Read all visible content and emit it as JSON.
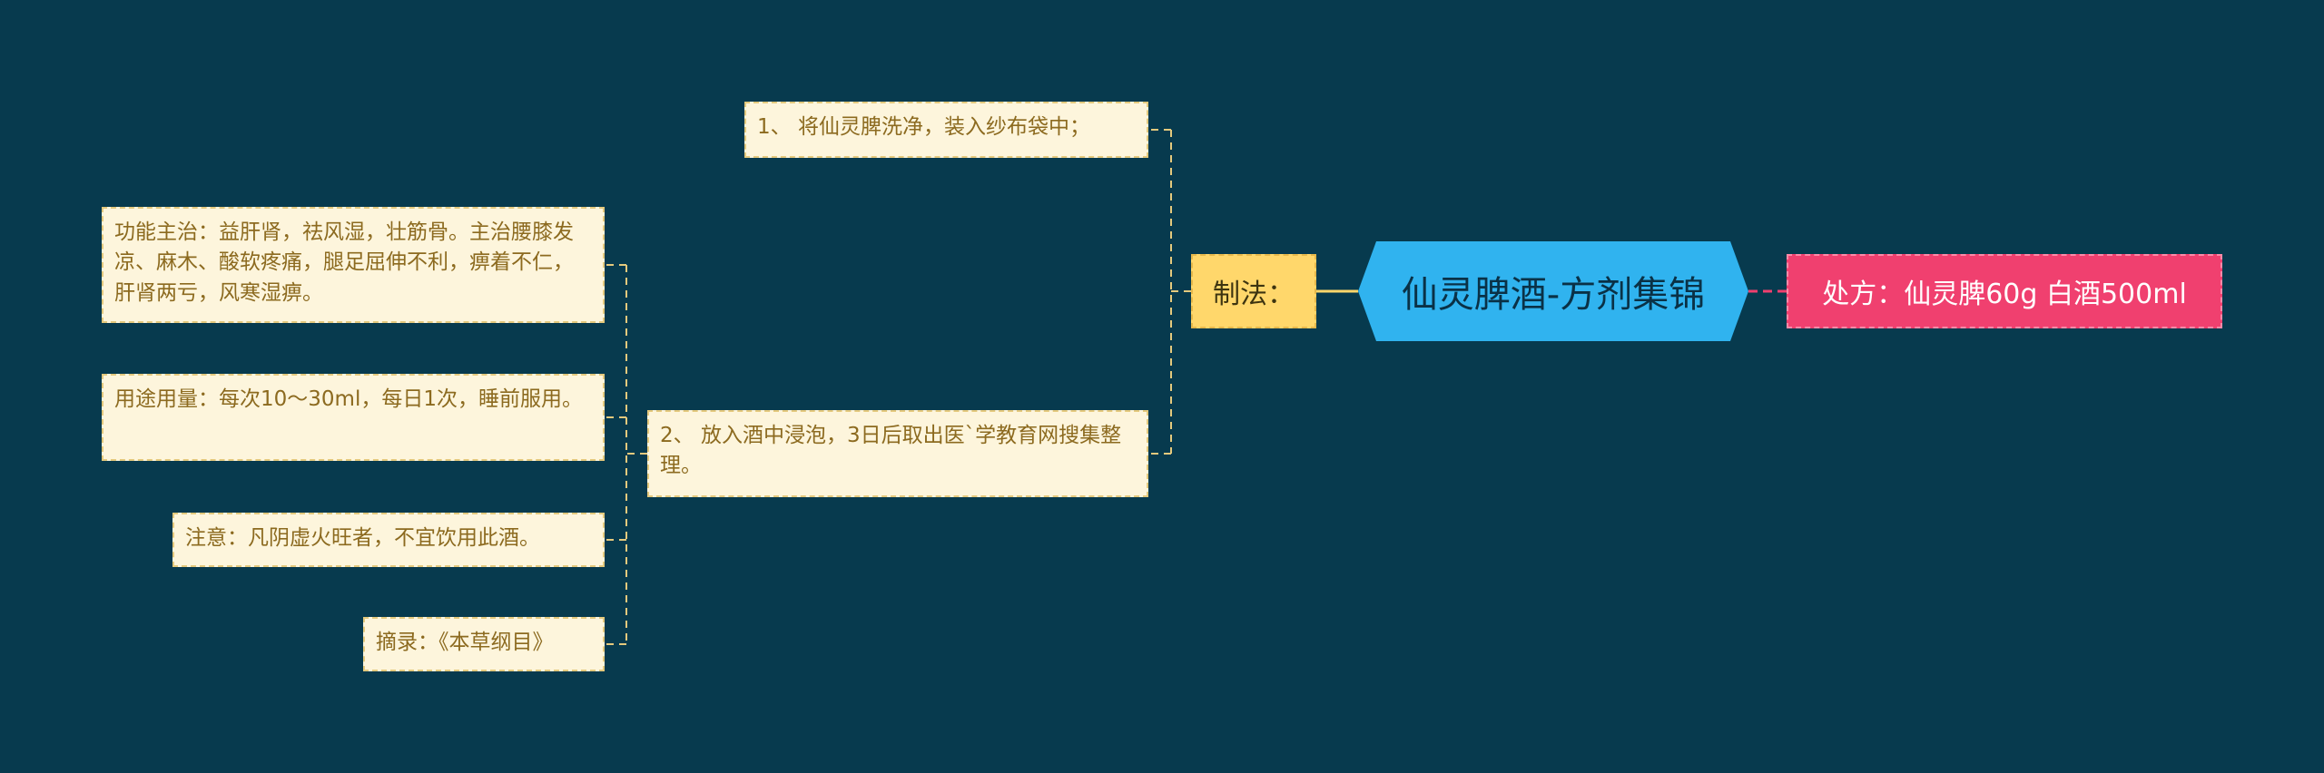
{
  "central": {
    "label": "仙灵脾酒-方剂集锦",
    "color": "#30b3ef"
  },
  "branches": {
    "method": {
      "label": "制法：",
      "color": "#ffd76b"
    },
    "prescription": {
      "label": "处方：仙灵脾60g 白酒500ml",
      "color": "#f0406f"
    }
  },
  "steps": [
    {
      "label": "1、 将仙灵脾洗净，装入纱布袋中；"
    },
    {
      "label": "2、 放入酒中浸泡，3日后取出医`学教育网搜集整理。"
    }
  ],
  "details": [
    {
      "label": "功能主治：益肝肾，祛风湿，壮筋骨。主治腰膝发凉、麻木、酸软疼痛，腿足屈伸不利，痹着不仁，肝肾两亏，风寒湿痹。"
    },
    {
      "label": "用途用量：每次10～30ml，每日1次，睡前服用。"
    },
    {
      "label": "注意：凡阴虚火旺者，不宜饮用此酒。"
    },
    {
      "label": "摘录：《本草纲目》"
    }
  ],
  "colors": {
    "background": "#073a4e",
    "leaf_fill": "#fdf5dc",
    "leaf_border": "#e4c97d",
    "connector": "#e4c97d"
  }
}
